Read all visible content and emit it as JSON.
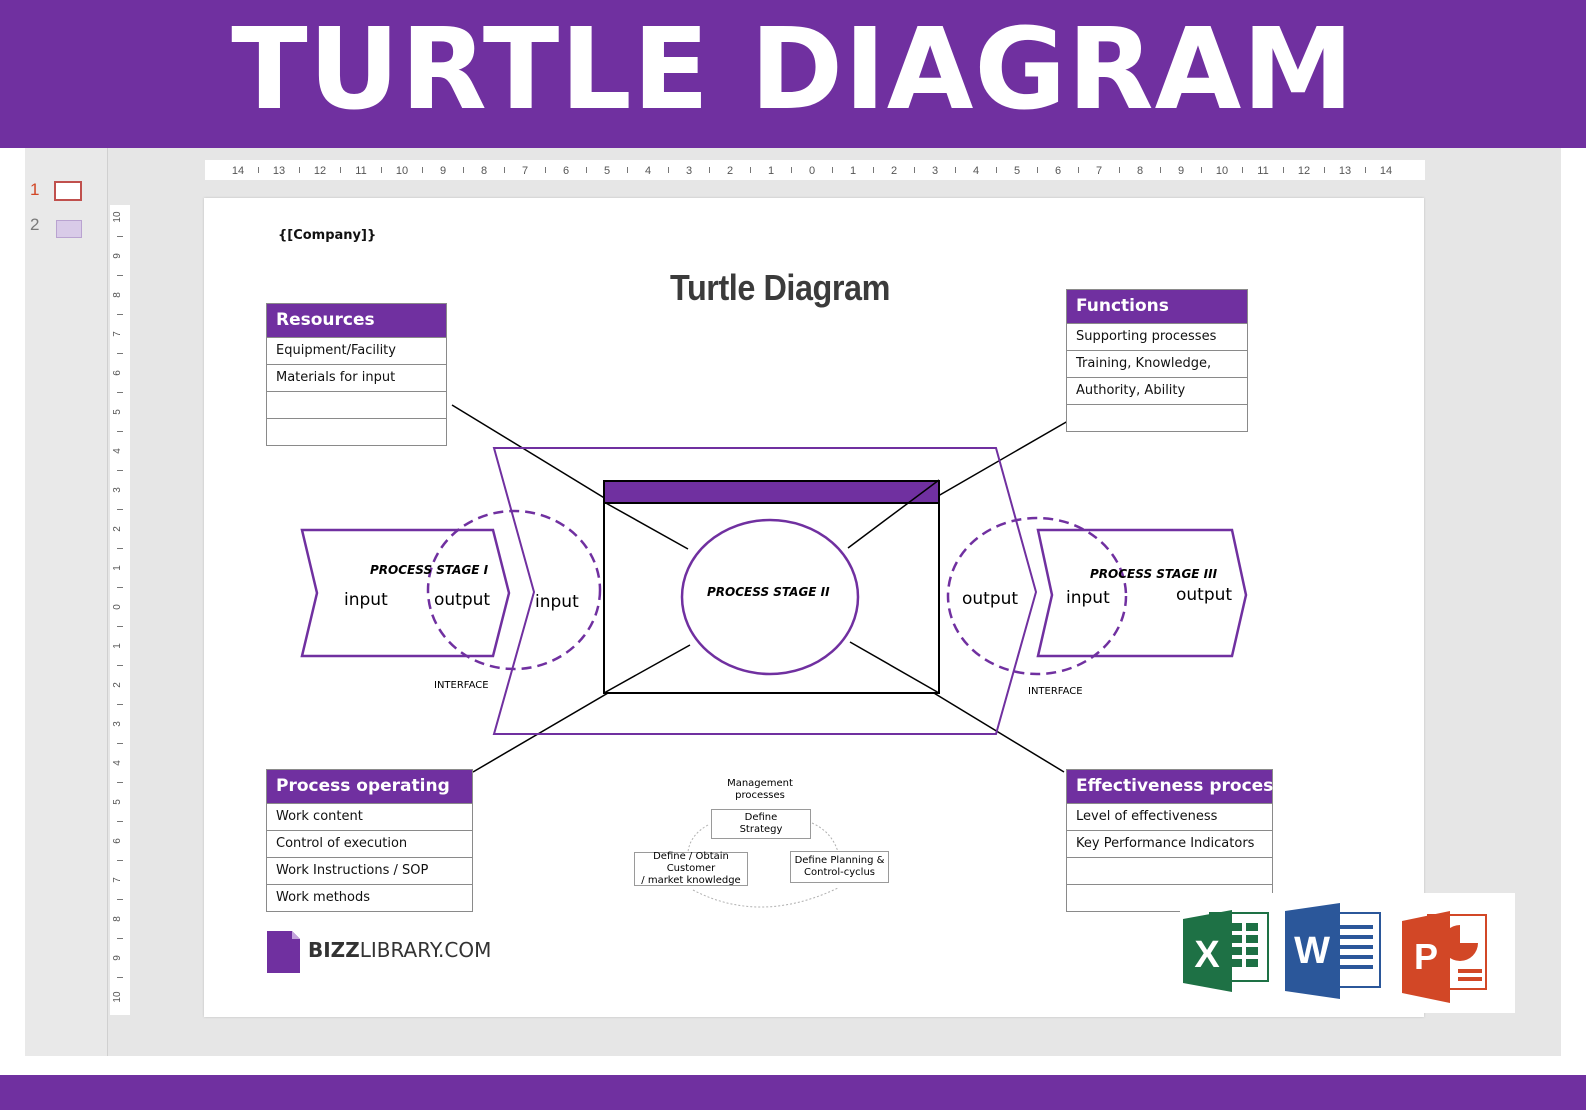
{
  "banner": {
    "title": "TURTLE DIAGRAM"
  },
  "slide_panel": {
    "thumbnails": [
      {
        "number": "1"
      },
      {
        "number": "2"
      }
    ]
  },
  "ruler": {
    "horizontal": [
      "14",
      "13",
      "12",
      "11",
      "10",
      "9",
      "8",
      "7",
      "6",
      "5",
      "4",
      "3",
      "2",
      "1",
      "0",
      "1",
      "2",
      "3",
      "4",
      "5",
      "6",
      "7",
      "8",
      "9",
      "10",
      "11",
      "12",
      "13",
      "14"
    ],
    "vertical": [
      "10",
      "9",
      "8",
      "7",
      "6",
      "5",
      "4",
      "3",
      "2",
      "1",
      "0",
      "1",
      "2",
      "3",
      "4",
      "5",
      "6",
      "7",
      "8",
      "9",
      "10"
    ]
  },
  "slide": {
    "company": "{[Company]}",
    "title": "Turtle Diagram",
    "resources": {
      "header": "Resources",
      "rows": [
        "Equipment/Facility",
        "Materials for input",
        "",
        ""
      ]
    },
    "functions": {
      "header": "Functions",
      "rows": [
        "Supporting processes",
        "Training, Knowledge,",
        "Authority,  Ability",
        ""
      ]
    },
    "process_operating": {
      "header": "Process operating",
      "rows": [
        "Work content",
        "Control of execution",
        "Work Instructions / SOP",
        "Work methods"
      ]
    },
    "effectiveness": {
      "header": "Effectiveness process",
      "rows": [
        "Level of effectiveness",
        "Key Performance Indicators",
        "",
        ""
      ]
    },
    "stage1": {
      "title": "PROCESS STAGE I",
      "input": "input",
      "output": "output"
    },
    "stage2": {
      "title": "PROCESS STAGE II",
      "input": "input",
      "output": "output"
    },
    "stage3": {
      "title": "PROCESS STAGE III",
      "input": "input",
      "output": "output"
    },
    "interface_label": "INTERFACE",
    "management": {
      "title_line1": "Management",
      "title_line2": "processes",
      "strategy_line1": "Define",
      "strategy_line2": "Strategy",
      "customer_line1": "Define / Obtain Customer",
      "customer_line2": "/ market knowledge",
      "planning_line1": "Define Planning &",
      "planning_line2": "Control-cyclus"
    },
    "logo": {
      "bold": "BIZZ",
      "rest": "LIBRARY.COM"
    }
  },
  "app_icons": [
    "excel-icon",
    "word-icon",
    "powerpoint-icon"
  ],
  "colors": {
    "purple": "#7030a0",
    "excel": "#1e7145",
    "word": "#2b579a",
    "powerpoint": "#d24726"
  }
}
